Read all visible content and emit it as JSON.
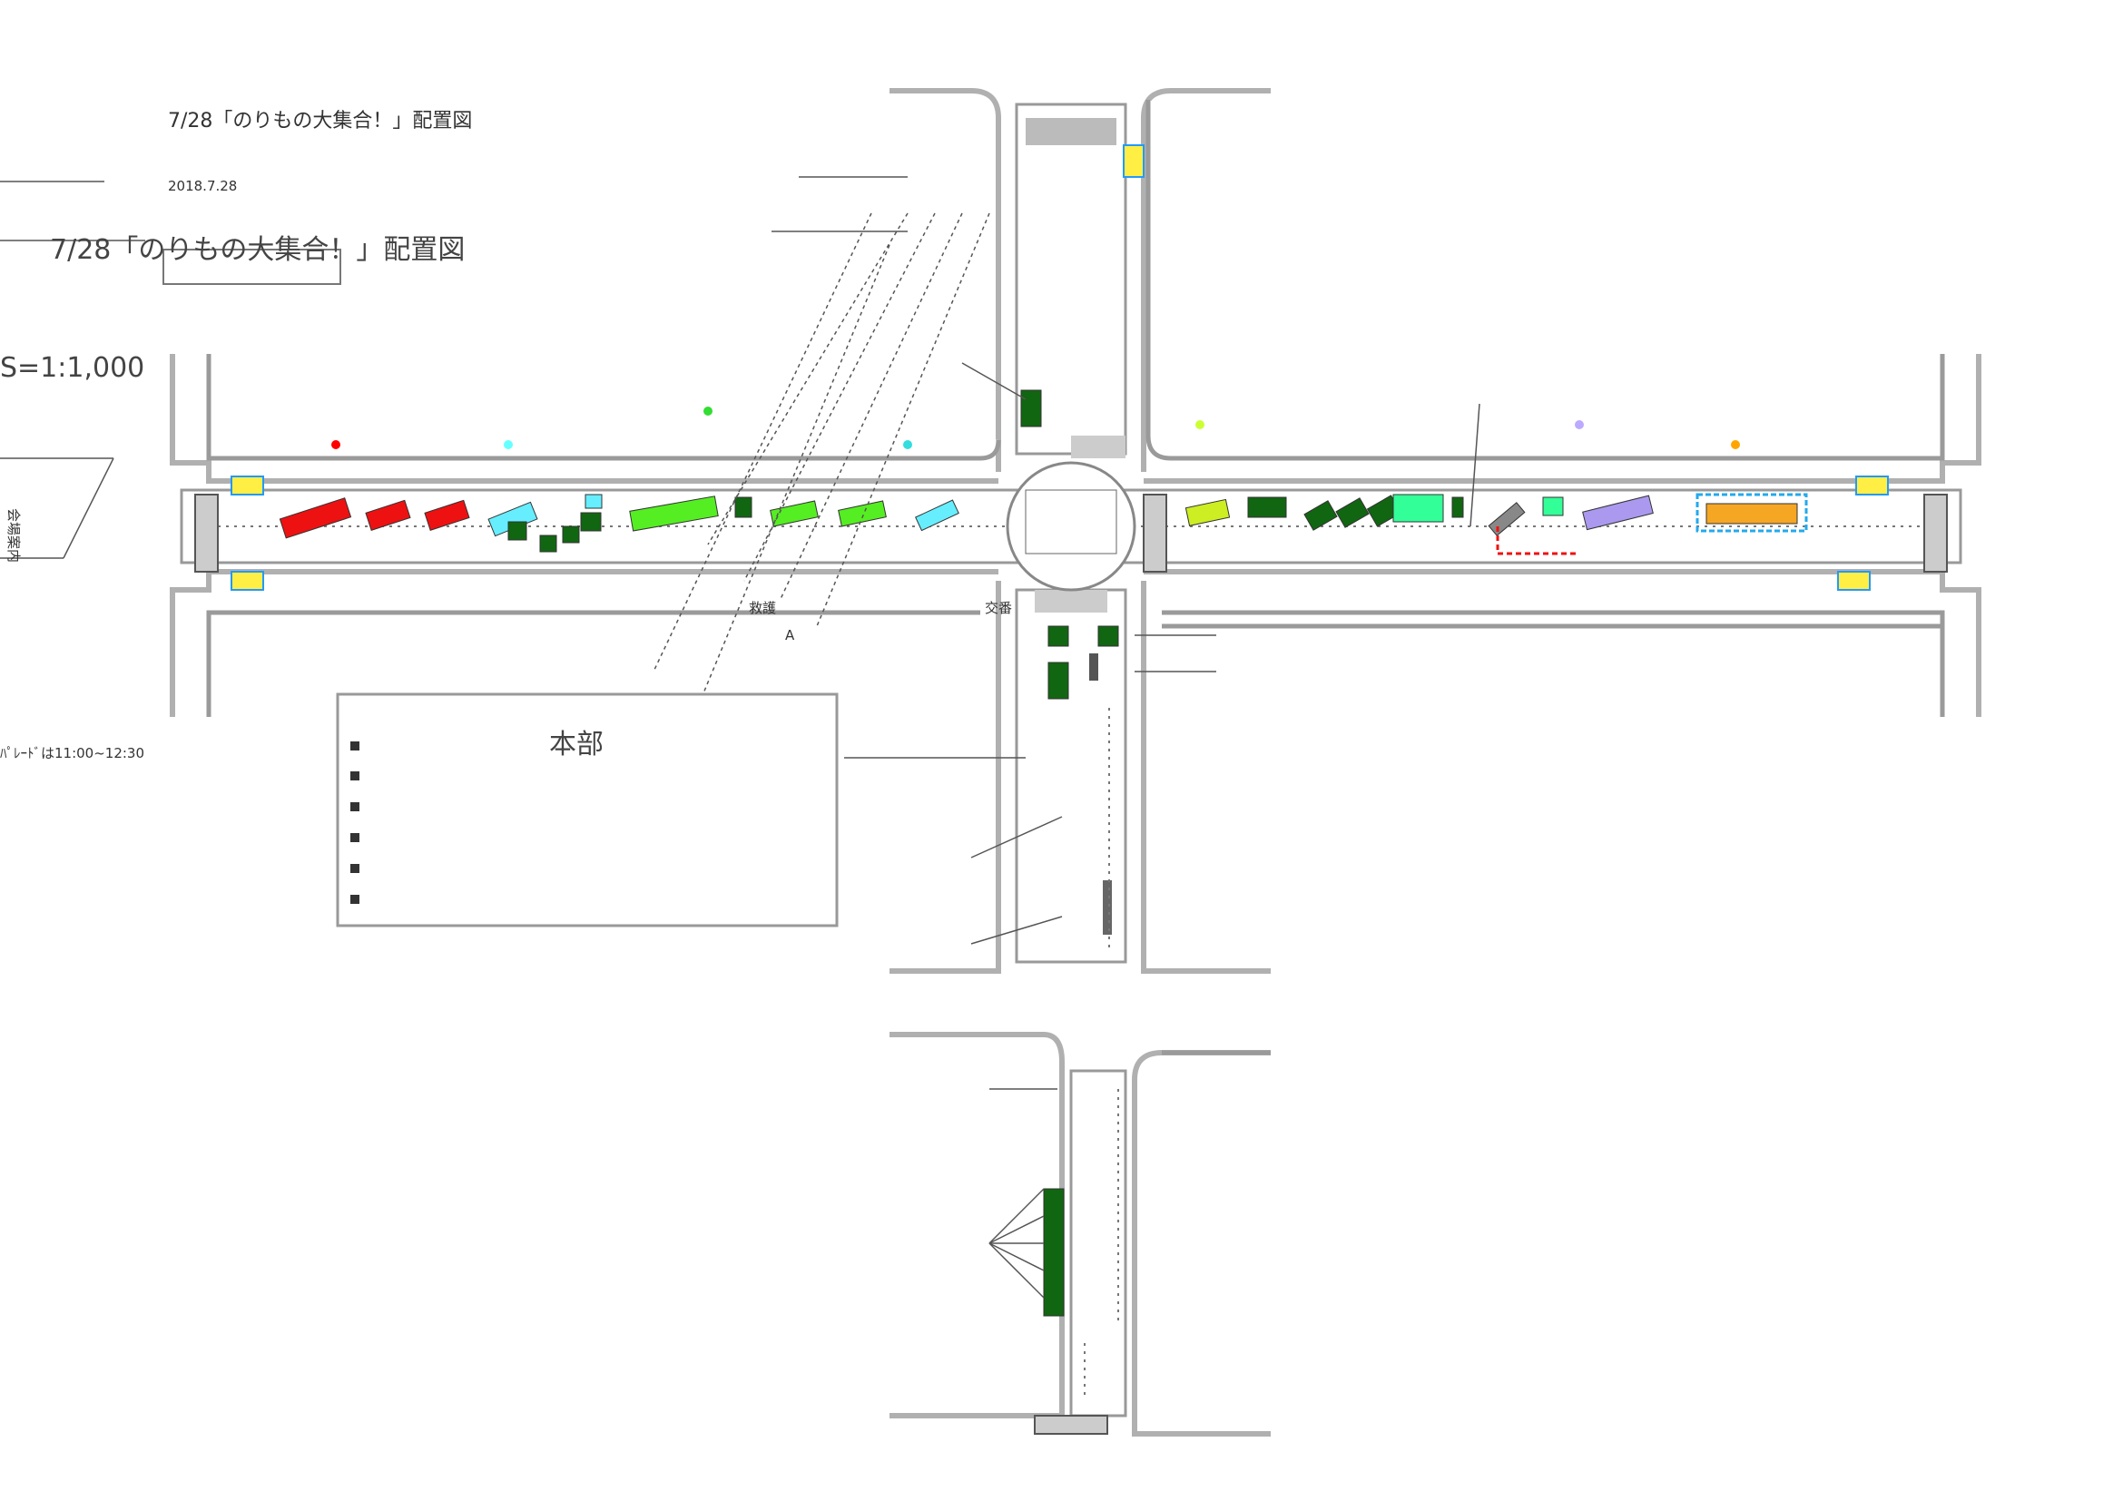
{
  "header": {
    "title": "7/28「のりもの大集合！」配置図",
    "small_title": "7/28「のりもの大集合！」配置図",
    "date": "2018.7.28",
    "scale": "S=1:1,000",
    "sidebar_label": "会場案内",
    "box_label": "",
    "time_note": "ﾊﾟﾚｰﾄﾞは11:00~12:30"
  },
  "areas": {
    "north_left": "",
    "north_right": "",
    "south_right": "",
    "south_right_2": "",
    "zone_a": "",
    "zone_b": "",
    "zone_c": "",
    "zone_d": "",
    "zone_e": "",
    "zone_f": "",
    "center": "",
    "store": "",
    "honbu": "本部",
    "kyuugo": "救護",
    "kouban": "交番",
    "a_label": "A"
  },
  "legend": [
    {
      "label": "",
      "color": "#ff0000"
    },
    {
      "label": "",
      "color": "#66ffff"
    },
    {
      "label": "",
      "color": "#33dd33"
    },
    {
      "label": "",
      "color": "#33dddd"
    },
    {
      "label": "",
      "color": "#ccff33"
    },
    {
      "label": "",
      "color": "#bbaaff"
    },
    {
      "label": "",
      "color": "#ffa500"
    }
  ],
  "infobox": {
    "heading": "",
    "items": [
      "",
      "",
      "",
      "",
      "",
      ""
    ]
  },
  "colors": {
    "red": "#ee1111",
    "cyan": "#66eeff",
    "green": "#55ee22",
    "darkgreen": "#116611",
    "mint": "#33ff99",
    "yellowgreen": "#ccee22",
    "lavender": "#aa99ee",
    "orange": "#f5a623",
    "blue": "#22aaee",
    "yellow": "#ffee44"
  }
}
